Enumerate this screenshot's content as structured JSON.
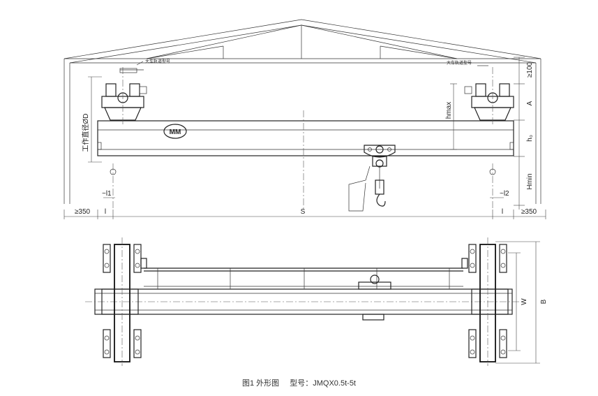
{
  "caption": {
    "figure": "图1 外形图",
    "model": "型号：JMQX0.5t-5t"
  },
  "labels": {
    "rail_note_left": "大车轨道型号",
    "rail_note_right": "大车轨道型号",
    "wheel_dia": "工作直径ØD",
    "hmax": "hmax",
    "clear_top": "≥100",
    "A": "A",
    "h0": "h₀",
    "Hmin": "Hmin",
    "l1": "~l1",
    "l2": "~l2",
    "left_clear": "≥350",
    "right_clear": "≥350",
    "l_left": "l",
    "l_right": "l",
    "S": "S",
    "W": "W",
    "B": "B",
    "logo": "MM"
  }
}
